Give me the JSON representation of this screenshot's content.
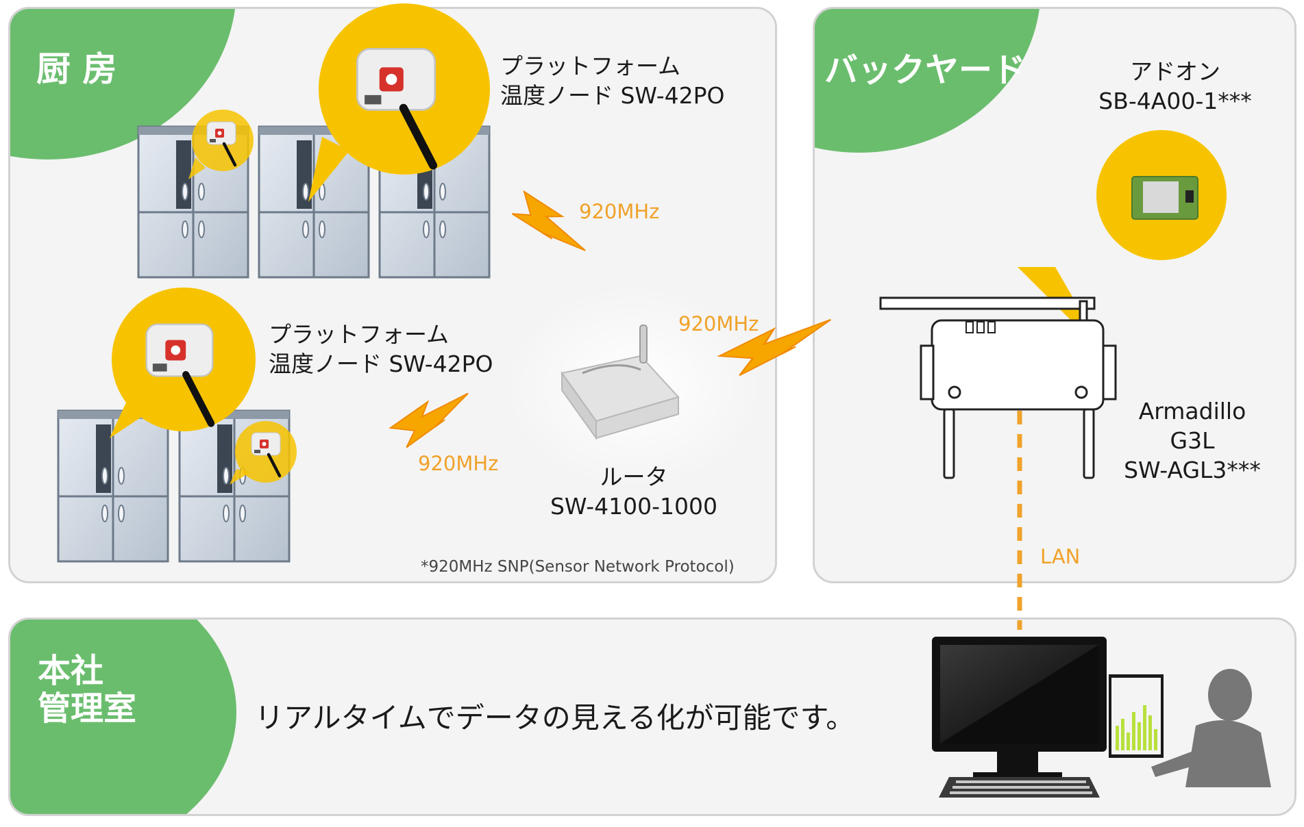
{
  "colors": {
    "accent_green": "#6bbd6e",
    "bubble_yellow": "#f7c300",
    "signal_orange": "#f0a22a",
    "panel_bg": "#f4f4f4",
    "panel_border": "#d2d2d2"
  },
  "kitchen": {
    "title": "厨 房",
    "node_top": {
      "line1": "プラットフォーム",
      "line2": "温度ノード SW-42PO"
    },
    "node_bottom": {
      "line1": "プラットフォーム",
      "line2": "温度ノード SW-42PO"
    },
    "router": {
      "line1": "ルータ",
      "line2": "SW-4100-1000"
    },
    "freq_top": "920MHz",
    "freq_bottom": "920MHz",
    "footnote": "*920MHz SNP(Sensor Network Protocol)"
  },
  "backyard": {
    "title": "バックヤード",
    "addon": {
      "line1": "アドオン",
      "line2": "SB-4A00-1***"
    },
    "gateway": {
      "line1": "Armadillo",
      "line2": "G3L",
      "line3": "SW-AGL3***"
    },
    "freq_link": "920MHz",
    "lan_label": "LAN"
  },
  "headoffice": {
    "title_line1": "本社",
    "title_line2": "管理室",
    "message": "リアルタイムでデータの見える化が可能です。"
  }
}
